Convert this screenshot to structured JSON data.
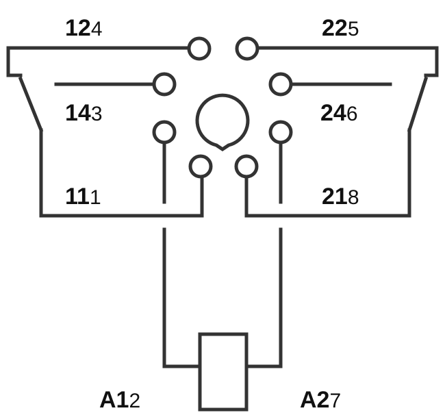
{
  "diagram": {
    "terminals": {
      "t12": {
        "main": "12",
        "sub": "4"
      },
      "t22": {
        "main": "22",
        "sub": "5"
      },
      "t14": {
        "main": "14",
        "sub": "3"
      },
      "t24": {
        "main": "24",
        "sub": "6"
      },
      "t11": {
        "main": "11",
        "sub": "1"
      },
      "t21": {
        "main": "21",
        "sub": "8"
      },
      "a1": {
        "main": "A1",
        "sub": "2"
      },
      "a2": {
        "main": "A2",
        "sub": "7"
      }
    },
    "colors": {
      "line": "#333333",
      "text": "#111111",
      "background": "#ffffff"
    }
  }
}
